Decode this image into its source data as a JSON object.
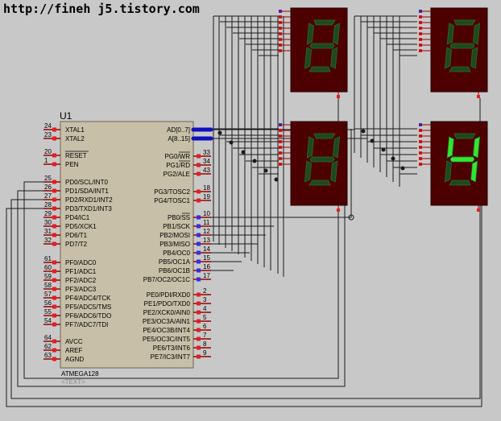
{
  "watermark": "http://fineh j5.tistory.com",
  "chip": {
    "ref": "U1",
    "part": "ATMEGA128",
    "text_placeholder": "<TEXT>",
    "left_pins": [
      {
        "num": "24",
        "name": "XTAL1"
      },
      {
        "num": "23",
        "name": "XTAL2"
      },
      {
        "num": "20",
        "name": "RESET"
      },
      {
        "num": "1",
        "name": "PEN"
      },
      {
        "num": "25",
        "name": "PD0/SCL/INT0"
      },
      {
        "num": "26",
        "name": "PD1/SDA/INT1"
      },
      {
        "num": "27",
        "name": "PD2/RXD1/INT2"
      },
      {
        "num": "28",
        "name": "PD3/TXD1/INT3"
      },
      {
        "num": "29",
        "name": "PD4/IC1"
      },
      {
        "num": "30",
        "name": "PD5/XCK1"
      },
      {
        "num": "31",
        "name": "PD6/T1"
      },
      {
        "num": "32",
        "name": "PD7/T2"
      },
      {
        "num": "61",
        "name": "PF0/ADC0"
      },
      {
        "num": "60",
        "name": "PF1/ADC1"
      },
      {
        "num": "59",
        "name": "PF2/ADC2"
      },
      {
        "num": "58",
        "name": "PF3/ADC3"
      },
      {
        "num": "57",
        "name": "PF4/ADC4/TCK"
      },
      {
        "num": "56",
        "name": "PF5/ADC5/TMS"
      },
      {
        "num": "55",
        "name": "PF6/ADC6/TDO"
      },
      {
        "num": "54",
        "name": "PF7/ADC7/TDI"
      },
      {
        "num": "64",
        "name": "AVCC"
      },
      {
        "num": "62",
        "name": "AREF"
      },
      {
        "num": "63",
        "name": "AGND"
      }
    ],
    "right_pins": [
      {
        "num": "",
        "name": "AD[0..7]"
      },
      {
        "num": "",
        "name": "A[8..15]"
      },
      {
        "num": "33",
        "name": "PG0/WR"
      },
      {
        "num": "34",
        "name": "PG1/RD"
      },
      {
        "num": "43",
        "name": "PG2/ALE"
      },
      {
        "num": "18",
        "name": "PG3/TOSC2"
      },
      {
        "num": "19",
        "name": "PG4/TOSC1"
      },
      {
        "num": "10",
        "name": "PB0/SS"
      },
      {
        "num": "11",
        "name": "PB1/SCK"
      },
      {
        "num": "12",
        "name": "PB2/MOSI"
      },
      {
        "num": "13",
        "name": "PB3/MISO"
      },
      {
        "num": "14",
        "name": "PB4/OC0"
      },
      {
        "num": "15",
        "name": "PB5/OC1A"
      },
      {
        "num": "16",
        "name": "PB6/OC1B"
      },
      {
        "num": "17",
        "name": "PB7/OC2/OC1C"
      },
      {
        "num": "2",
        "name": "PE0/PDI/RXD0"
      },
      {
        "num": "3",
        "name": "PE1/PDO/TXD0"
      },
      {
        "num": "4",
        "name": "PE2/XCK0/AIN0"
      },
      {
        "num": "5",
        "name": "PE3/OC3A/AIN1"
      },
      {
        "num": "6",
        "name": "PE4/OC3B/INT4"
      },
      {
        "num": "7",
        "name": "PE5/OC3C/INT5"
      },
      {
        "num": "8",
        "name": "PE6/T3/INT6"
      },
      {
        "num": "9",
        "name": "PE7/IC3/INT7"
      }
    ]
  },
  "displays": [
    {
      "id": "top-left",
      "digit": "8",
      "lit": false
    },
    {
      "id": "top-right",
      "digit": "8",
      "lit": false
    },
    {
      "id": "middle-left",
      "digit": "8",
      "lit": false
    },
    {
      "id": "middle-right",
      "digit": "4",
      "lit": true
    }
  ],
  "colors": {
    "background": "#c8c8c8",
    "chip_body": "#c7bfa7",
    "pin_color": "#9b0000",
    "display_body": "#4d0000",
    "segment_off": "#1c4a1c",
    "segment_on": "#33e633",
    "wire": "#1a1a1a",
    "bus": "#1010c0",
    "pin_red": "#e02020",
    "pin_blue": "#3030e0",
    "watermark": "#000000"
  }
}
